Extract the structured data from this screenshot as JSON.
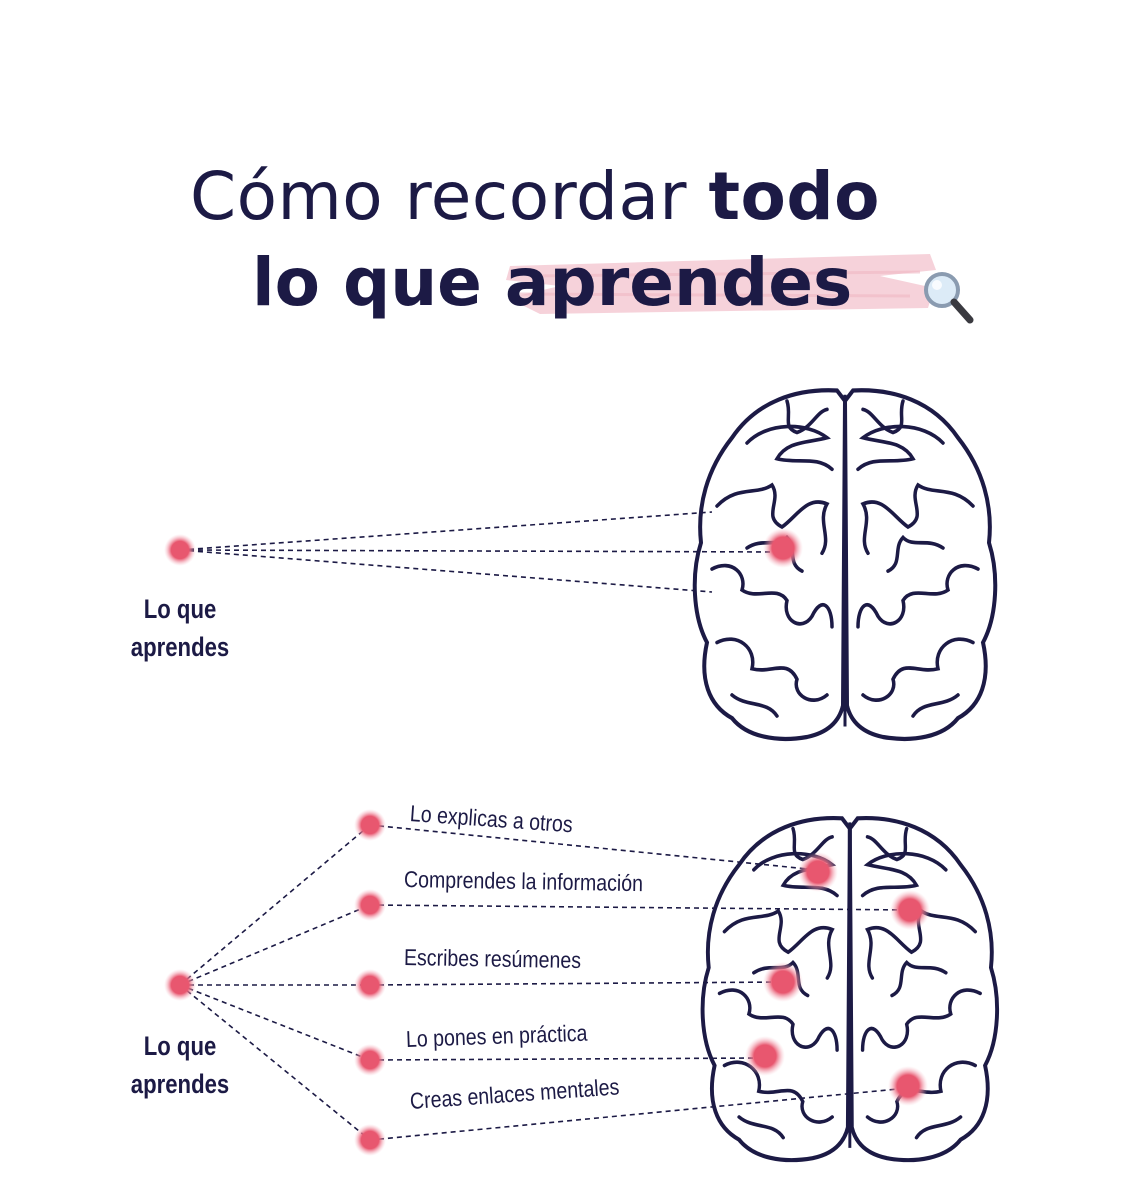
{
  "title": {
    "line1_regular": "Cómo recordar ",
    "line1_bold": "todo",
    "line2_bold_a": "lo que ",
    "line2_bold_b": "aprendes"
  },
  "top_section": {
    "source_label_line1": "Lo que",
    "source_label_line2": "aprendes"
  },
  "bottom_section": {
    "source_label_line1": "Lo que",
    "source_label_line2": "aprendes",
    "branches": [
      {
        "label": "Lo explicas a otros"
      },
      {
        "label": "Comprendes la información"
      },
      {
        "label": "Escribes resúmenes"
      },
      {
        "label": "Lo pones en práctica"
      },
      {
        "label": "Creas enlaces mentales"
      }
    ]
  },
  "colors": {
    "ink": "#1c1a45",
    "dot": "#e8576f",
    "highlight": "#f2c6d0"
  },
  "icons": [
    "magnifier-icon",
    "brain-icon"
  ]
}
